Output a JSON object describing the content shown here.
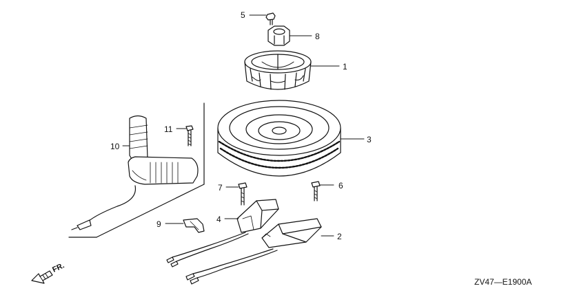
{
  "diagram": {
    "part_code": "ZV47—E1900A",
    "direction_label": "FR.",
    "callouts": [
      "1",
      "2",
      "3",
      "4",
      "5",
      "6",
      "7",
      "8",
      "9",
      "10",
      "11"
    ],
    "line_color": "#111111",
    "background": "#ffffff"
  }
}
